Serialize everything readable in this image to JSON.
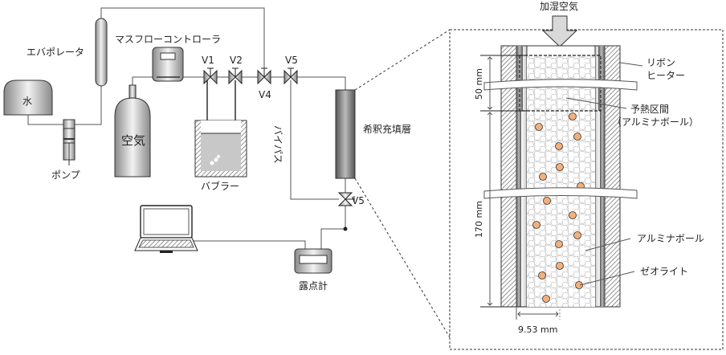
{
  "apparatus": {
    "evaporator": "エバポレータ",
    "mass_flow_controller": "マスフローコントローラ",
    "water": "水",
    "pump": "ポンプ",
    "air": "空気",
    "bubbler": "バブラー",
    "bypass": "バイパス",
    "dilution_bed": "希釈充填層",
    "dew_point_meter": "露点計",
    "valves": {
      "v1": "V1",
      "v2": "V2",
      "v4": "V4",
      "v5": "V5",
      "v5_lower": "V5"
    }
  },
  "detail": {
    "inlet": "加湿空気",
    "ribbon_heater_line1": "リボン",
    "ribbon_heater_line2": "ヒーター",
    "preheat_line1": "予熱区間",
    "preheat_line2": "（アルミナボール）",
    "alumina_ball": "アルミナボール",
    "zeolite": "ゼオライト",
    "dim_preheat": "50 mm",
    "dim_bed": "170 mm",
    "dim_diameter": "9.53 mm",
    "zeolite_color": "#f4b07a"
  }
}
